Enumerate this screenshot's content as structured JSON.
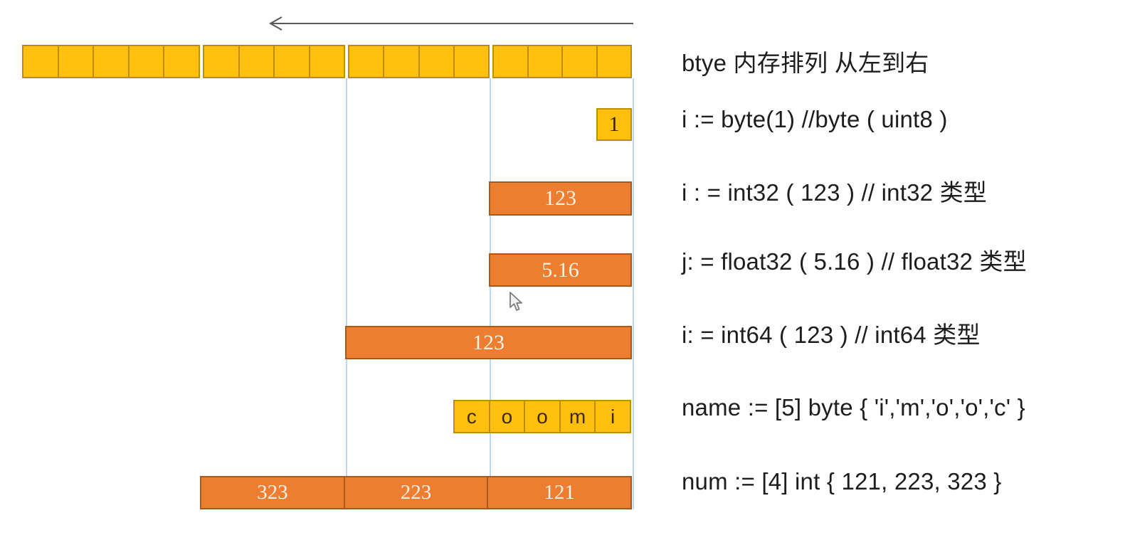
{
  "colors": {
    "yellow": "#FFC010",
    "yellow_border": "#BD8F00",
    "orange": "#ED7D31",
    "orange_border": "#A85A1A",
    "guide_line": "#BDD7EE",
    "arrow": "#595959",
    "text": "#1d1d1d",
    "box_text": "#FBF1E2"
  },
  "arrow": {
    "direction": "left"
  },
  "memory_row": {
    "total_cells": 17,
    "groups": [
      5,
      4,
      4,
      4
    ]
  },
  "byte_box": {
    "value": "1"
  },
  "int32_box": {
    "value": "123"
  },
  "float32_box": {
    "value": "5.16"
  },
  "int64_box": {
    "value": "123"
  },
  "name_row": {
    "letters": [
      "c",
      "o",
      "o",
      "m",
      "i"
    ]
  },
  "num_row": {
    "values": [
      "323",
      "223",
      "121"
    ]
  },
  "annotations": [
    {
      "id": "title",
      "text": "btye 内存排列 从左到右"
    },
    {
      "id": "byte",
      "text": "i := byte(1)  //byte ( uint8 )"
    },
    {
      "id": "int32",
      "text": "i : = int32 ( 123 )   // int32 类型"
    },
    {
      "id": "float32",
      "text": "j: = float32 ( 5.16 ) // float32 类型"
    },
    {
      "id": "int64",
      "text": "i: = int64 ( 123 )  // int64 类型"
    },
    {
      "id": "name",
      "text": "name := [5] byte { 'i','m','o','o','c' }"
    },
    {
      "id": "num",
      "text": "num := [4] int { 121, 223, 323 }"
    }
  ]
}
